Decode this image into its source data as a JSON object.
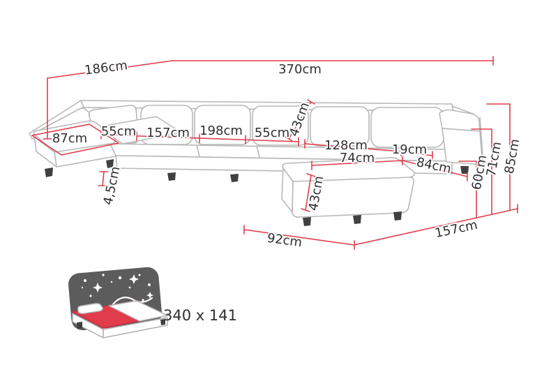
{
  "colors": {
    "dimension_red": "#e03c4c",
    "label_text": "#2f2f2f",
    "sofa_outline": "#b8b8b8",
    "icon_dark": "#5c5c5c",
    "mattress_red": "#e03c4c"
  },
  "dimensions": {
    "top_depth_left": "186cm",
    "total_width": "370cm",
    "left_armrest_width": "87cm",
    "left_seat_depth": "55cm",
    "left_section_length": "157cm",
    "center_section_width": "198cm",
    "center_seat_depth": "55cm",
    "back_cushion_height": "43cm",
    "right_section_width": "128cm",
    "right_armrest_width": "19cm",
    "chaise_top_width": "74cm",
    "right_section_depth": "84cm",
    "chaise_height": "43cm",
    "leg_height": "4,5cm",
    "chaise_front_width": "92cm",
    "right_total_depth": "157cm",
    "total_height": "85cm",
    "armrest_height": "71cm",
    "seat_back_height": "60cm"
  },
  "sleeping_function": {
    "label": "340 x 141"
  }
}
